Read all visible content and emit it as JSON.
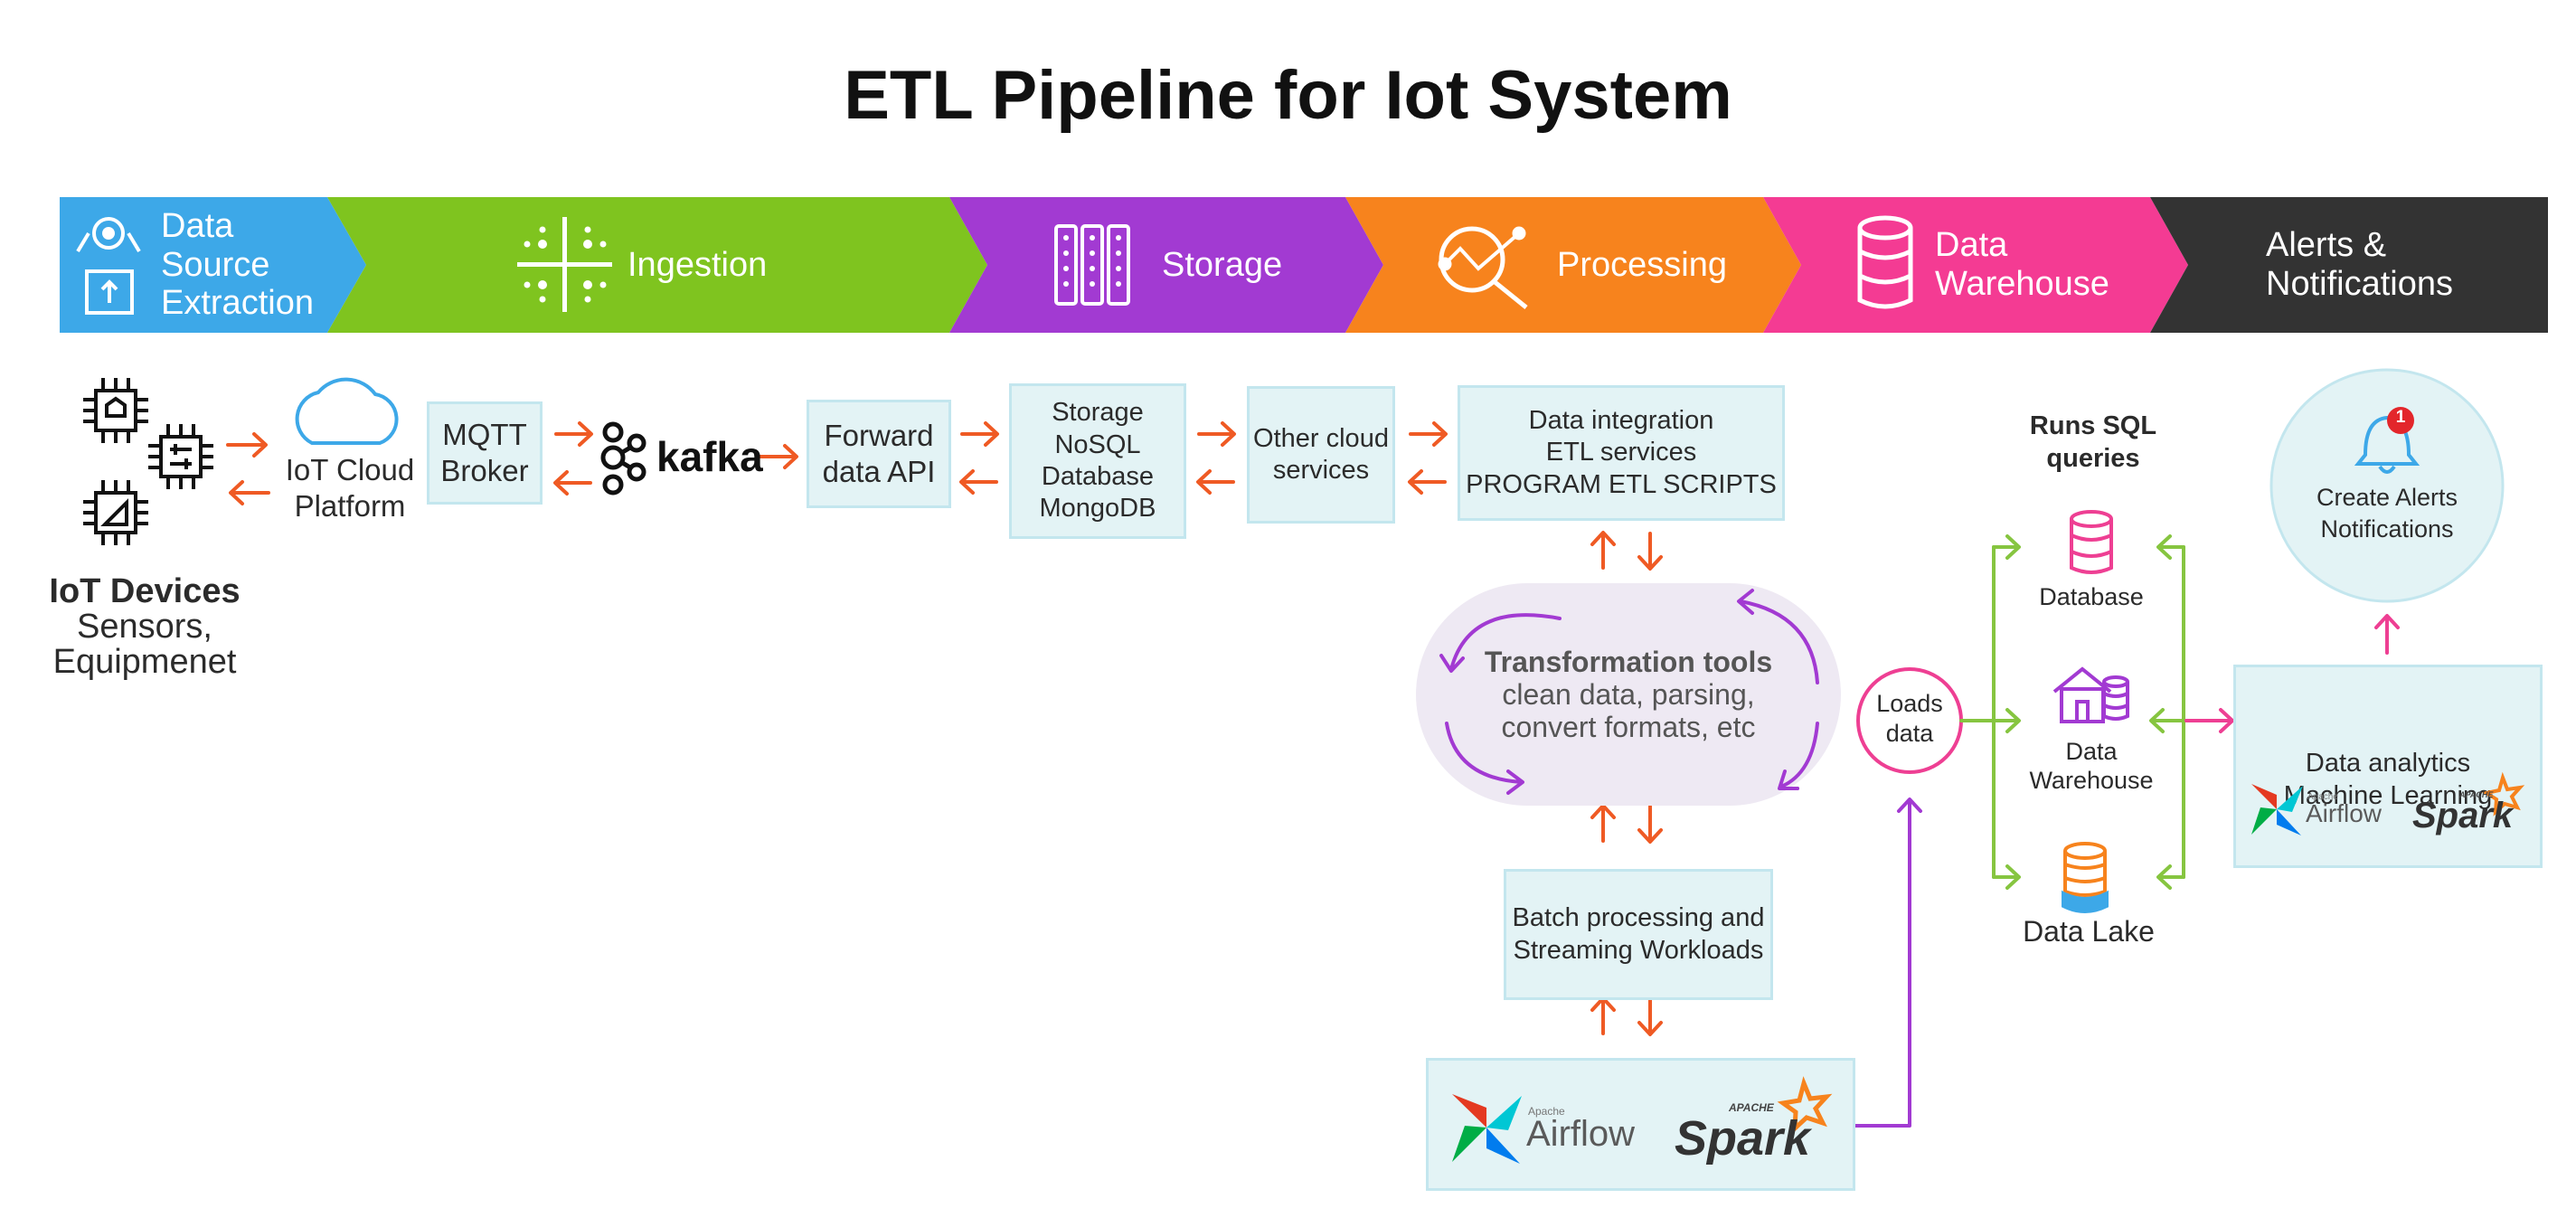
{
  "title": "ETL Pipeline for Iot System",
  "stages": [
    {
      "label": "Data Source Extraction",
      "color": "#3da8e8",
      "icon": "robot-extraction-icon"
    },
    {
      "label": "Ingestion",
      "color": "#7fc41f",
      "icon": "ingestion-grid-icon"
    },
    {
      "label": "Storage",
      "color": "#a23ad2",
      "icon": "storage-servers-icon"
    },
    {
      "label": "Processing",
      "color": "#f7831d",
      "icon": "analytics-magnifier-icon"
    },
    {
      "label": "Data Warehouse",
      "color": "#f43b93",
      "icon": "database-icon"
    },
    {
      "label": "Alerts & Notifications",
      "color": "#333333",
      "icon": ""
    }
  ],
  "devices": {
    "title": "IoT Devices",
    "line2": "Sensors,",
    "line3": "Equipmenet"
  },
  "cloud_platform": "IoT Cloud Platform",
  "mqtt_broker": "MQTT Broker",
  "kafka": "kafka",
  "forward_api": "Forward data API",
  "storage_box": "Storage NoSQL Database MongoDB",
  "other_cloud": "Other cloud services",
  "data_integration": {
    "line1": "Data integration",
    "line2": "ETL services",
    "line3": "PROGRAM ETL SCRIPTS"
  },
  "transformation": {
    "title": "Transformation tools",
    "line2": "clean data, parsing,",
    "line3": "convert formats, etc"
  },
  "batch": "Batch processing and Streaming Workloads",
  "tools": {
    "airflow_small": "Apache",
    "airflow": "Airflow",
    "spark_small": "APACHE",
    "spark": "Spark"
  },
  "loads_data": "Loads data",
  "sql_queries": "Runs SQL queries",
  "targets": {
    "database": "Database",
    "warehouse": "Data Warehouse",
    "lake": "Data Lake"
  },
  "analytics": {
    "line1": "Data analytics",
    "line2": "Machine Learning"
  },
  "alerts": {
    "line1": "Create Alerts",
    "line2": "Notifications",
    "badge": "1"
  },
  "colors": {
    "arrow_orange": "#ef5a24",
    "purple": "#a23ad2",
    "green": "#86c540",
    "pink": "#ee3f93",
    "box_fill": "#e3f3f5",
    "box_border": "#c3e6ee"
  }
}
